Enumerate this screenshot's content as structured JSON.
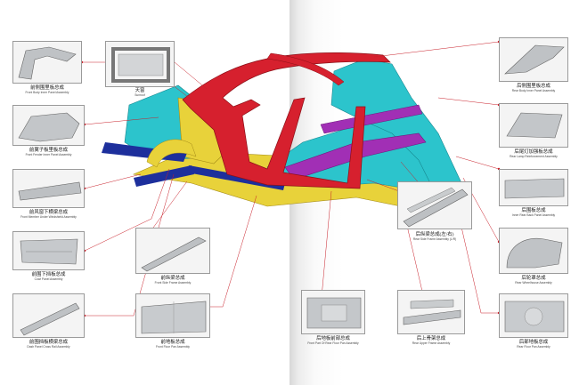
{
  "colors": {
    "leader": "#c8202a",
    "body_red": "#d6202e",
    "body_cyan": "#2cc4cc",
    "body_yellow": "#e8d23a",
    "body_purple": "#a12fb5",
    "body_blue": "#1d2f9c",
    "part_grey": "#b9bcbf"
  },
  "parts": [
    {
      "id": "front-body-inner-panel",
      "zh": "前侧围里板总成",
      "en": "Front Body Inner Panel Assembly"
    },
    {
      "id": "roof",
      "zh": "天窗",
      "en": "Sunroof"
    },
    {
      "id": "front-fender-inner-panel",
      "zh": "前翼子板里板总成",
      "en": "Front Fender Inner Panel Assembly"
    },
    {
      "id": "front-member-under-windshield",
      "zh": "前风窗下横梁总成",
      "en": "Front Member Under Windshield Assembly"
    },
    {
      "id": "cowl-panel",
      "zh": "前围下挡板总成",
      "en": "Cowl Panel Assembly"
    },
    {
      "id": "front-side-frame",
      "zh": "前纵梁总成",
      "en": "Front Side Frame Assembly"
    },
    {
      "id": "dash-panel-cross-rail",
      "zh": "前围挡板横梁总成",
      "en": "Dash Panel Cross Rail Assembly"
    },
    {
      "id": "front-floor-pan",
      "zh": "前地板总成",
      "en": "Front Floor Pan Assembly"
    },
    {
      "id": "front-part-rear-floor-pan",
      "zh": "后地板前部总成",
      "en": "Front Part Of Rear Floor Pan Assembly"
    },
    {
      "id": "rear-upper-frame",
      "zh": "后上骨架总成",
      "en": "Rear Upper Frame Assembly"
    },
    {
      "id": "rear-side-frame",
      "zh": "后纵梁总成(左/右)",
      "en": "Rear Side Frame Assembly (L/R)"
    },
    {
      "id": "rear-body-inner-panel",
      "zh": "后侧围里板总成",
      "en": "Rear Body Inner Panel Assembly"
    },
    {
      "id": "rear-lamp-reinforcement",
      "zh": "后尾灯加强板总成",
      "en": "Rear Lamp Reinforcement Assembly"
    },
    {
      "id": "inner-rear-back-panel",
      "zh": "后围板总成",
      "en": "Inner Rear Back Panel Assembly"
    },
    {
      "id": "rear-wheelhouse",
      "zh": "后轮罩总成",
      "en": "Rear Wheelhouse Assembly"
    },
    {
      "id": "rear-floor-pan",
      "zh": "后部地板总成",
      "en": "Rear Floor Pan Assembly"
    }
  ]
}
